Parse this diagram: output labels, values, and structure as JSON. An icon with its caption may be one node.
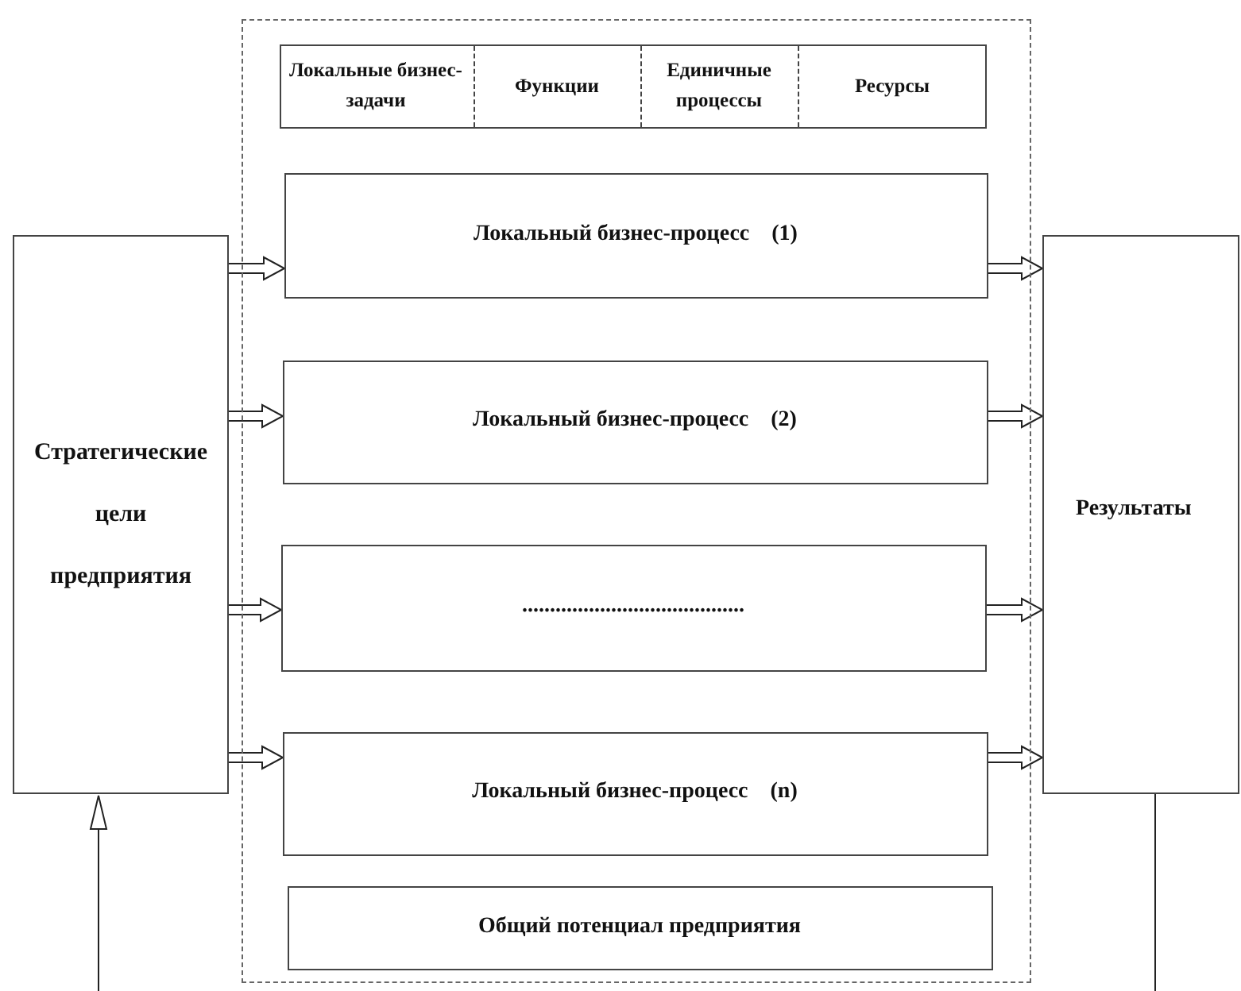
{
  "diagram": {
    "nodes": [
      {
        "text": [
          "Стратегические цели предприятия"
        ]
      },
      {
        "text": [],
        "shape": "box"
      },
      {
        "text": [
          "Локальные бизнес-задачи",
          "Функции",
          "Единичные процессы",
          "Ресурсы"
        ],
        "in": 1
      },
      {
        "text": [
          "Локальный бизнес-процесс    (1)"
        ],
        "in": 1
      },
      {
        "text": [
          "Локальный бизнес-процесс    (2)"
        ],
        "in": 1
      },
      {
        "text": [
          "........................................"
        ],
        "in": 1
      },
      {
        "text": [
          "Локальный бизнес-процесс    (n)"
        ],
        "in": 1
      },
      {
        "text": [
          "Общий потенциал предприятия"
        ],
        "in": 1
      },
      {
        "text": [
          "Результаты"
        ]
      }
    ],
    "edges": [
      {
        "from": 0,
        "to": 3,
        "arrow": "to"
      },
      {
        "from": 0,
        "to": 4,
        "arrow": "to"
      },
      {
        "from": 0,
        "to": 5,
        "arrow": "to"
      },
      {
        "from": 0,
        "to": 6,
        "arrow": "to"
      },
      {
        "from": 3,
        "to": 8,
        "arrow": "to"
      },
      {
        "from": 4,
        "to": 8,
        "arrow": "to"
      },
      {
        "from": 5,
        "to": 8,
        "arrow": "to"
      },
      {
        "from": 6,
        "to": 8,
        "arrow": "to"
      },
      {
        "from": null,
        "to": 0,
        "arrow": "to"
      },
      {
        "from": 8,
        "to": null,
        "arrow": "none"
      }
    ]
  }
}
